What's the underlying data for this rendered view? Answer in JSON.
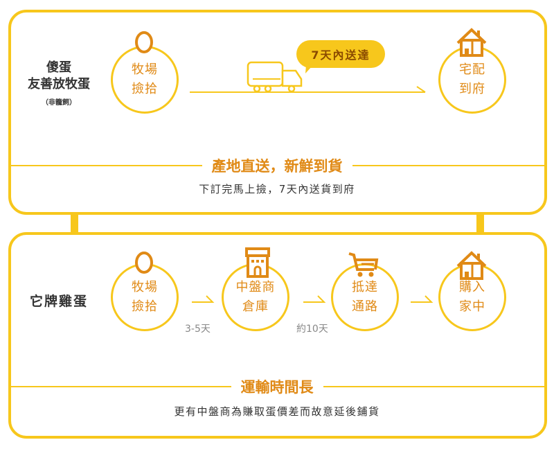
{
  "top_panel": {
    "brand": {
      "line1": "傻蛋",
      "line2": "友善放牧蛋",
      "note": "（非籠飼）"
    },
    "steps": [
      {
        "label_line1": "牧場",
        "label_line2": "撿拾",
        "icon": "egg-icon"
      },
      {
        "label_line1": "宅配",
        "label_line2": "到府",
        "icon": "house-icon"
      }
    ],
    "bubble": "7天內送達",
    "truck_icon": "truck-icon",
    "slogan": "產地直送，新鮮到貨",
    "subtitle": "下訂完馬上撿，7天內送貨到府"
  },
  "bottom_panel": {
    "brand": "它牌雞蛋",
    "steps": [
      {
        "label_line1": "牧場",
        "label_line2": "撿拾",
        "icon": "egg-icon"
      },
      {
        "label_line1": "中盤商",
        "label_line2": "倉庫",
        "icon": "warehouse-icon"
      },
      {
        "label_line1": "抵達",
        "label_line2": "通路",
        "icon": "cart-icon"
      },
      {
        "label_line1": "購入",
        "label_line2": "家中",
        "icon": "house-icon"
      }
    ],
    "durations": [
      "3-5天",
      "約10天"
    ],
    "slogan": "運輸時間長",
    "subtitle": "更有中盤商為賺取蛋價差而故意延後鋪貨"
  },
  "colors": {
    "accent": "#f7c71c",
    "orange": "#e08a16",
    "text": "#333333",
    "muted": "#888888"
  }
}
